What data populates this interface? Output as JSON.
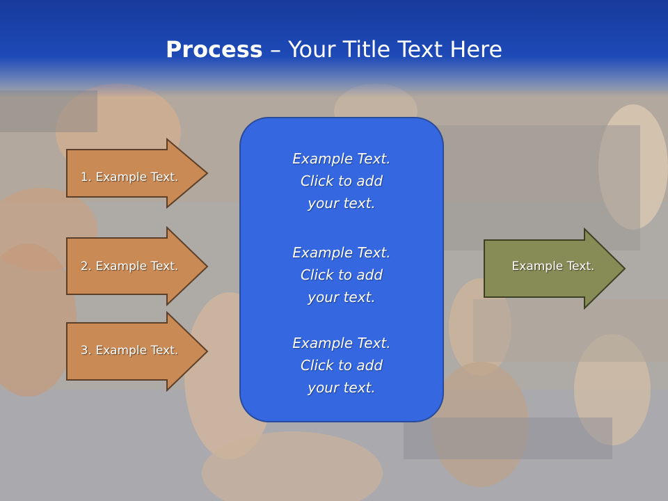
{
  "slide": {
    "title_bold": "Process",
    "title_rest": " – Your Title Text Here"
  },
  "left_arrows": [
    {
      "label": "1. Example Text."
    },
    {
      "label": "2. Example Text."
    },
    {
      "label": "3. Example Text."
    }
  ],
  "center_box": {
    "blocks": [
      {
        "lines": [
          "Example Text.",
          "Click  to add",
          "your text."
        ]
      },
      {
        "lines": [
          "Example Text.",
          "Click  to add",
          "your text."
        ]
      },
      {
        "lines": [
          "Example Text.",
          "Click  to add",
          "your text."
        ]
      }
    ]
  },
  "right_arrow": {
    "label": "Example Text."
  },
  "colors": {
    "title_band": "#1e4ab7",
    "left_arrow_fill": "#c98a55",
    "center_box_fill": "#3467e0",
    "right_arrow_fill": "#878b56"
  }
}
